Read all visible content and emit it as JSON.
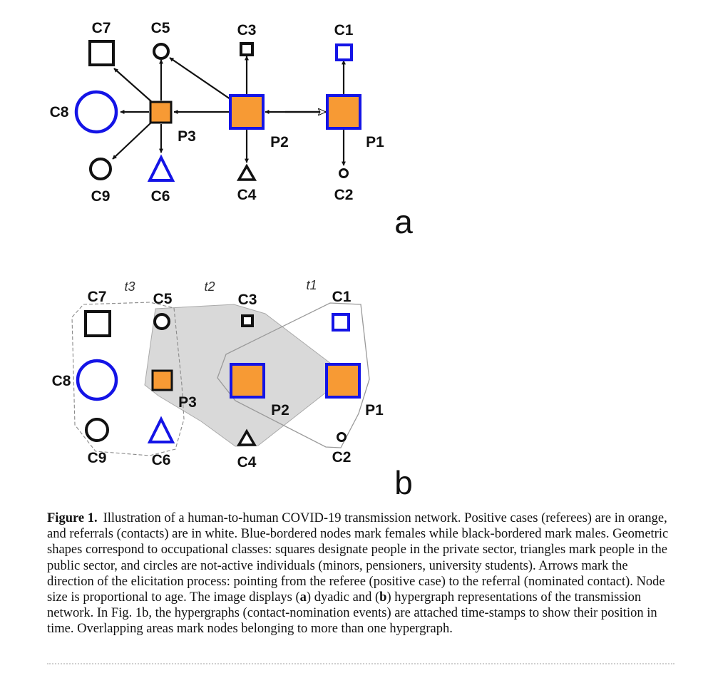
{
  "panel_a": {
    "panel_label": "a",
    "nodes": {
      "C7": "C7",
      "C5": "C5",
      "C3": "C3",
      "C1": "C1",
      "C8": "C8",
      "P3": "P3",
      "P2": "P2",
      "P1": "P1",
      "C9": "C9",
      "C6": "C6",
      "C4": "C4",
      "C2": "C2"
    }
  },
  "panel_b": {
    "panel_label": "b",
    "time_labels": {
      "t1": "t1",
      "t2": "t2",
      "t3": "t3"
    },
    "nodes": {
      "C7": "C7",
      "C5": "C5",
      "C3": "C3",
      "C1": "C1",
      "C8": "C8",
      "P3": "P3",
      "P2": "P2",
      "P1": "P1",
      "C9": "C9",
      "C6": "C6",
      "C4": "C4",
      "C2": "C2"
    }
  },
  "colors": {
    "positive_fill": "#F79A34",
    "female_border": "#1414E6",
    "male_border": "#111111",
    "hyperedge_fill": "#D9D9D9"
  },
  "caption": {
    "label": "Figure 1.",
    "seg1": "Illustration of a human-to-human COVID-19 transmission network. Positive cases (referees) are in orange, and referrals (contacts) are in white. Blue-bordered nodes mark females while black-bordered mark males. Geometric shapes correspond to occupational classes: squares designate people in the private sector, triangles mark people in the public sector, and circles are not-active individuals (minors, pensioners, university students). Arrows mark the direction of the elicitation process: pointing from the referee (positive case) to the referral (nominated contact). Node size is proportional to age. The image displays (",
    "bold_a": "a",
    "seg2": ") dyadic and (",
    "bold_b": "b",
    "seg3": ") hypergraph representations of the transmission network. In Fig. 1b, the hypergraphs (contact-nomination events) are attached time-stamps to show their position in time. Overlapping areas mark nodes belonging to more than one hypergraph."
  }
}
